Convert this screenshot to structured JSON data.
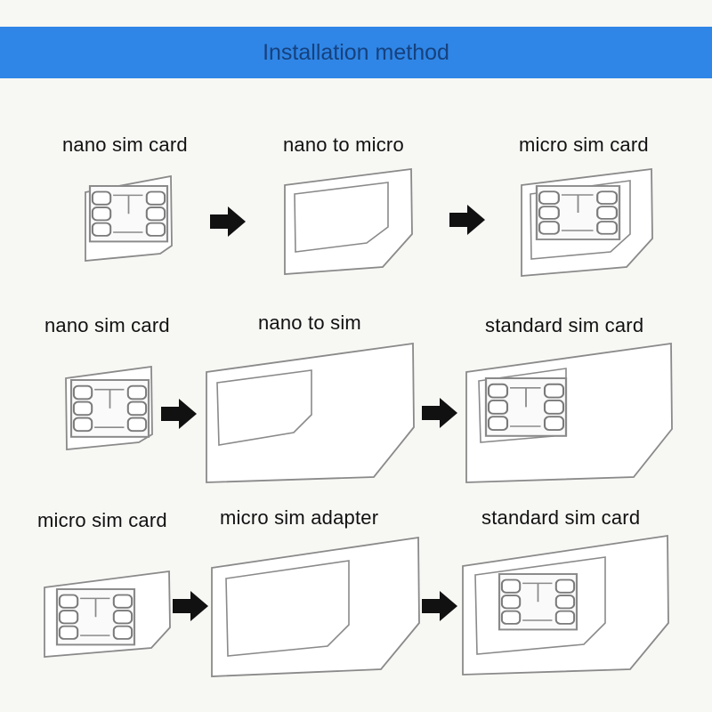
{
  "header": {
    "title": "Installation method"
  },
  "rows": [
    {
      "from_label": "nano sim card",
      "adapter_label": "nano to micro",
      "result_label": "micro sim card"
    },
    {
      "from_label": "nano sim card",
      "adapter_label": "nano to sim",
      "result_label": "standard sim card"
    },
    {
      "from_label": "micro sim card",
      "adapter_label": "micro sim adapter",
      "result_label": "standard sim card"
    }
  ],
  "colors": {
    "banner": "#2f86e6",
    "title_text": "#16417e",
    "outline": "#8a8a8a",
    "arrow": "#111111"
  },
  "icons": {
    "arrow": "right-arrow-icon"
  }
}
